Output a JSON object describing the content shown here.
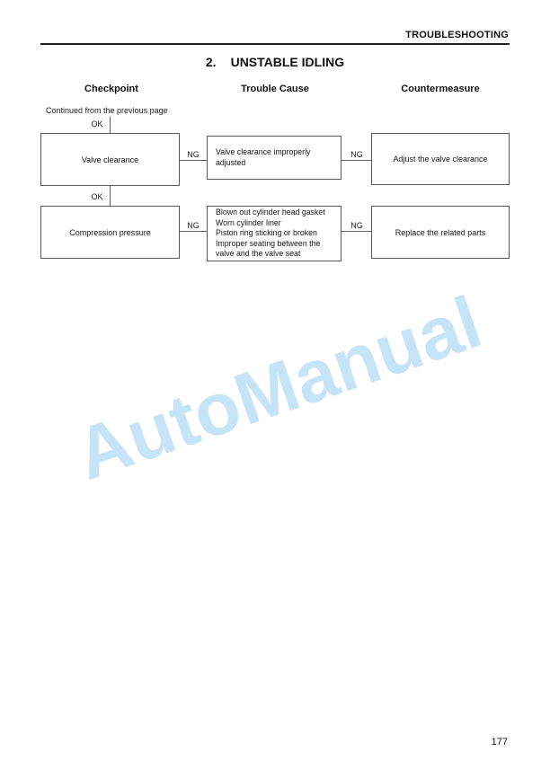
{
  "page": {
    "header": "TROUBLESHOOTING",
    "title_number": "2.",
    "title": "UNSTABLE IDLING",
    "page_number": "177",
    "watermark": "AutoManual",
    "watermark_color": "#c6e4f7",
    "line_color": "#5f5f5f"
  },
  "columns": {
    "checkpoint": "Checkpoint",
    "trouble_cause": "Trouble Cause",
    "countermeasure": "Countermeasure"
  },
  "flow": {
    "continued_label": "Continued from the previous page",
    "ok_label": "OK",
    "ng_label": "NG",
    "rows": [
      {
        "checkpoint": "Valve clearance",
        "trouble_cause": [
          "Valve clearance improperly adjusted"
        ],
        "countermeasure": "Adjust the valve clearance"
      },
      {
        "checkpoint": "Compression pressure",
        "trouble_cause": [
          "Blown out cylinder head gasket",
          "Worn cylinder liner",
          "Piston ring sticking or broken",
          "Improper seating between the valve and the valve seat"
        ],
        "countermeasure": "Replace the related parts"
      }
    ]
  }
}
